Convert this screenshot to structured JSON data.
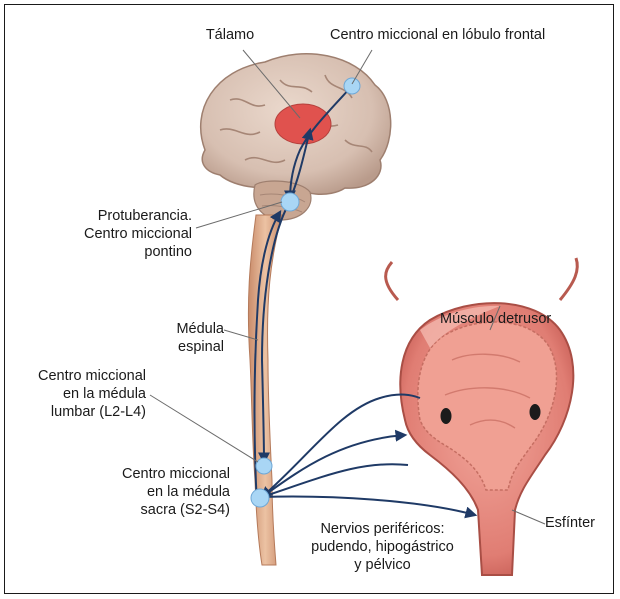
{
  "labels": {
    "talamo": "Tálamo",
    "centro_frontal": "Centro miccional en lóbulo frontal",
    "protuberancia": [
      "Protuberancia.",
      "Centro miccional",
      "pontino"
    ],
    "medula_espinal": [
      "Médula",
      "espinal"
    ],
    "centro_lumbar": [
      "Centro miccional",
      "en la médula",
      "lumbar (L2-L4)"
    ],
    "centro_sacro": [
      "Centro miccional",
      "en la médula",
      "sacra (S2-S4)"
    ],
    "musculo_detrusor": "Músculo detrusor",
    "nervios": [
      "Nervios periféricos:",
      "pudendo, hipogástrico",
      "y pélvico"
    ],
    "esfinter": "Esfínter"
  },
  "colors": {
    "pathway": "#1f3a66",
    "center_node": "#a9d6f5",
    "thalamus": "#e0524e",
    "brain": "#d9c3b6",
    "spinal_cord": "#e2b392",
    "bladder": "#e07d73"
  }
}
